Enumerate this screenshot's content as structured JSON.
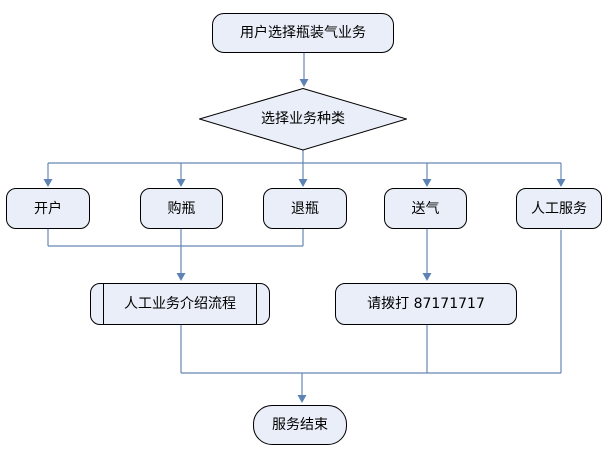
{
  "diagram_type": "flowchart",
  "nodes": {
    "start": {
      "label": "用户选择瓶装气业务",
      "shape": "terminator"
    },
    "decision": {
      "label": "选择业务种类",
      "shape": "decision"
    },
    "open_account": {
      "label": "开户",
      "shape": "rounded-rect"
    },
    "buy_bottle": {
      "label": "购瓶",
      "shape": "rounded-rect"
    },
    "return_bottle": {
      "label": "退瓶",
      "shape": "rounded-rect"
    },
    "deliver_gas": {
      "label": "送气",
      "shape": "rounded-rect"
    },
    "manual_service": {
      "label": "人工服务",
      "shape": "rounded-rect"
    },
    "intro_process": {
      "label": "人工业务介绍流程",
      "shape": "predefined-process"
    },
    "call_phone": {
      "label": "请拨打 87171717",
      "shape": "rounded-rect"
    },
    "end": {
      "label": "服务结束",
      "shape": "terminator"
    }
  },
  "edges": [
    {
      "from": "start",
      "to": "decision",
      "arrow": true
    },
    {
      "from": "decision",
      "to": "open_account",
      "arrow": true
    },
    {
      "from": "decision",
      "to": "buy_bottle",
      "arrow": true
    },
    {
      "from": "decision",
      "to": "return_bottle",
      "arrow": true
    },
    {
      "from": "decision",
      "to": "deliver_gas",
      "arrow": true
    },
    {
      "from": "decision",
      "to": "manual_service",
      "arrow": true
    },
    {
      "from": "open_account",
      "to": "intro_process",
      "arrow": true
    },
    {
      "from": "buy_bottle",
      "to": "intro_process",
      "arrow": true
    },
    {
      "from": "return_bottle",
      "to": "intro_process",
      "arrow": true
    },
    {
      "from": "deliver_gas",
      "to": "call_phone",
      "arrow": true
    },
    {
      "from": "intro_process",
      "to": "end",
      "arrow": true
    },
    {
      "from": "call_phone",
      "to": "end",
      "arrow": true
    },
    {
      "from": "manual_service",
      "to": "end",
      "arrow": true
    }
  ],
  "colors": {
    "node_fill": "#e9eef8",
    "node_border": "#000000",
    "connector": "#6787b5",
    "arrowhead": "#5c83b4",
    "text": "#000000",
    "background": "#ffffff"
  }
}
